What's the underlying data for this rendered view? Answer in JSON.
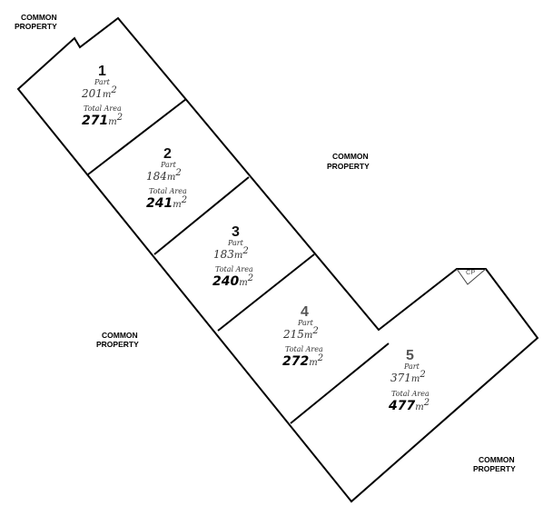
{
  "common_property_label_line1": "COMMON",
  "common_property_label_line2": "PROPERTY",
  "cp_box_label": "CP",
  "part_label": "Part",
  "total_area_label": "Total Area",
  "unit": "m",
  "unit_sup": "2",
  "lots": [
    {
      "number": "1",
      "part": "201",
      "total": "271"
    },
    {
      "number": "2",
      "part": "184",
      "total": "241"
    },
    {
      "number": "3",
      "part": "183",
      "total": "240"
    },
    {
      "number": "4",
      "part": "215",
      "total": "272"
    },
    {
      "number": "5",
      "part": "371",
      "total": "477"
    }
  ]
}
